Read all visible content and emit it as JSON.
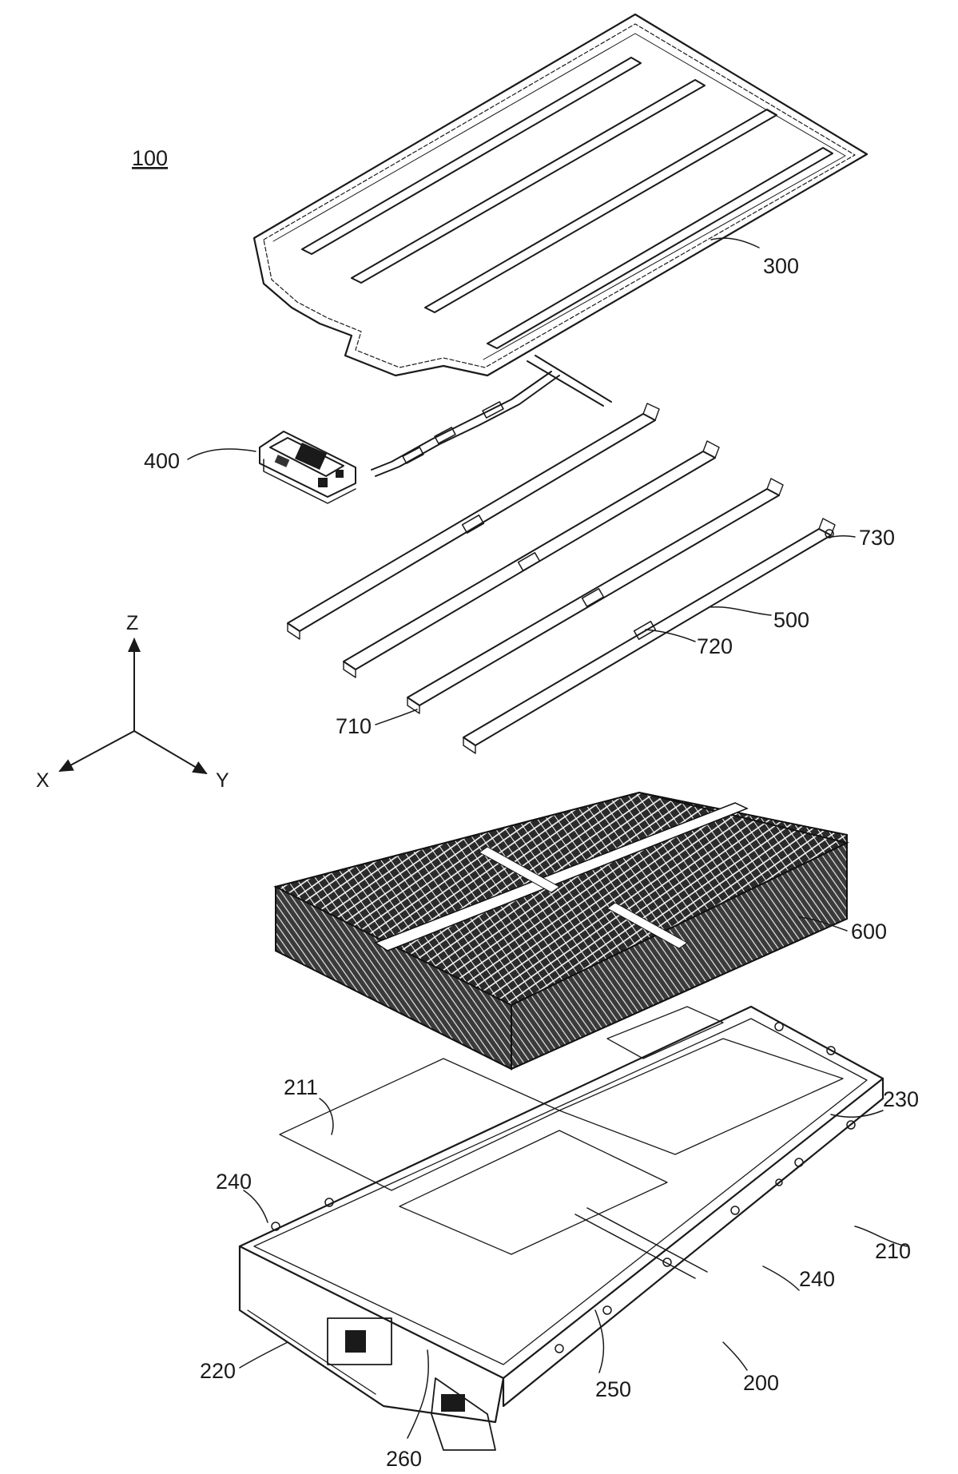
{
  "figure": {
    "assembly_ref": "100",
    "axes": {
      "z": "Z",
      "x": "X",
      "y": "Y"
    },
    "refs": {
      "r300": "300",
      "r400": "400",
      "r500": "500",
      "r600": "600",
      "r710": "710",
      "r720": "720",
      "r730": "730",
      "r200": "200",
      "r210": "210",
      "r211": "211",
      "r220": "220",
      "r230": "230",
      "r240a": "240",
      "r240b": "240",
      "r250": "250",
      "r260": "260"
    }
  }
}
